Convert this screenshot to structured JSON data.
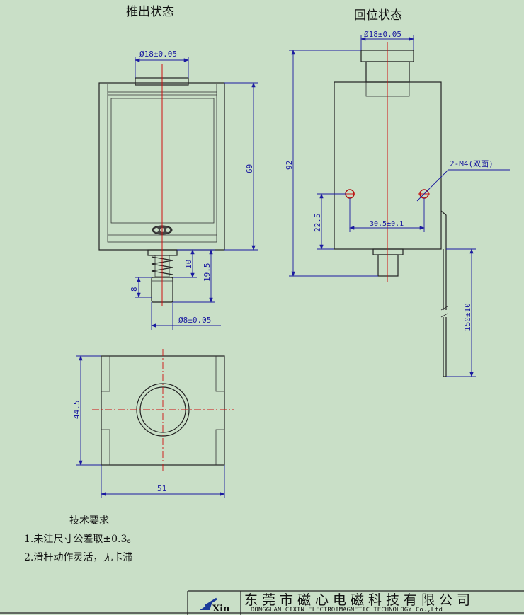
{
  "views": {
    "pushed_title": "推出状态",
    "retracted_title": "回位状态"
  },
  "dims": {
    "top_dia": "Ø18±0.05",
    "top_dia_right": "Ø18±0.05",
    "height_69": "69",
    "height_92": "92",
    "d10": "10",
    "d19_5": "19.5",
    "d8": "8",
    "shaft_dia": "Ø8±0.05",
    "d22_5": "22.5",
    "d30_5": "30.5±0.1",
    "screw": "2-M4(双面)",
    "lead": "150±10",
    "d44_5": "44.5",
    "d51": "51"
  },
  "notes": {
    "heading": "技术要求",
    "items": [
      "1.未注尺寸公差取±0.3。",
      "2.滑杆动作灵活，无卡滞"
    ]
  },
  "titleblock": {
    "company_cn": "东莞市磁心电磁科技有限公司",
    "company_en": "DONGGUAN   CIXIN  ELECTROIMAGNETIC  TECHNOLOGY   Co.,Ltd",
    "logo_text": "Xin"
  },
  "colors": {
    "background": "#c9dfc7",
    "dimension": "#1a1aa0",
    "centerline": "#d01010"
  }
}
